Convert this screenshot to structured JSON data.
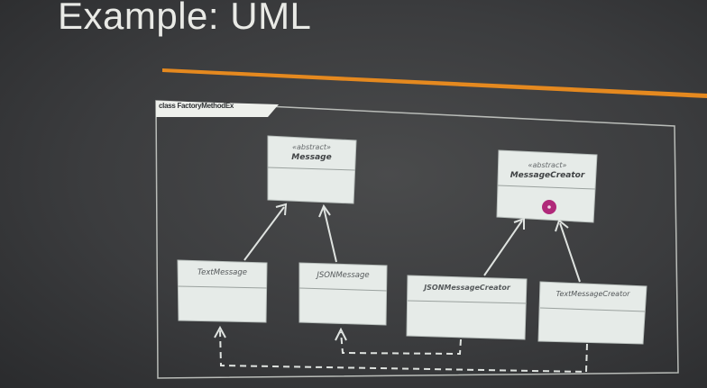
{
  "slide": {
    "title": "Example: UML"
  },
  "colors": {
    "accent_line": "#e5891f",
    "box_fill": "#e6ebe8",
    "marker": "#b0297a"
  },
  "diagram": {
    "frame_label": "class FactoryMethodEx",
    "classes": {
      "message": {
        "stereotype": "«abstract»",
        "name": "Message"
      },
      "message_creator": {
        "stereotype": "«abstract»",
        "name": "MessageCreator"
      },
      "text_message": {
        "name": "TextMessage"
      },
      "json_message": {
        "name": "JSONMessage"
      },
      "json_message_creator": {
        "name": "JSONMessageCreator"
      },
      "text_message_creator": {
        "name": "TextMessageCreator"
      }
    }
  }
}
